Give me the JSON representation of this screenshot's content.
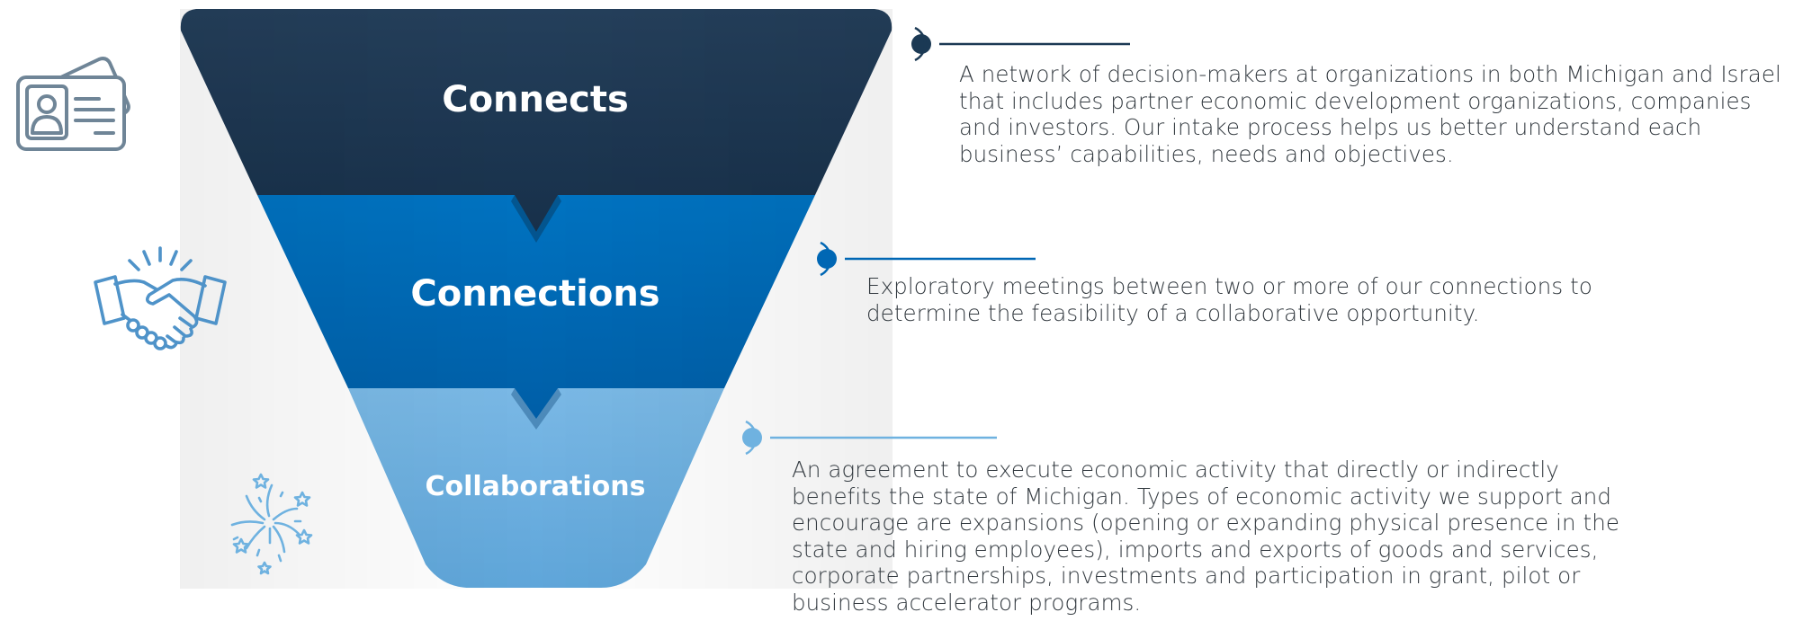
{
  "colors": {
    "stage_connects": "#1b3954",
    "stage_connections": "#0067b4",
    "stage_collaborations": "#6fb2e0",
    "icon_gray": "#6f8597",
    "icon_blue": "#4f93c9",
    "icon_light_blue": "#6fb2e0",
    "text": "#333a40"
  },
  "stages": [
    {
      "title": "Connects",
      "icon": "id-card-icon",
      "description": "A network of decision-makers at organizations in both Michigan and Israel that includes partner economic development organizations, companies and investors. Our intake process helps us better understand each business’ capabilities, needs and objectives."
    },
    {
      "title": "Connections",
      "icon": "handshake-icon",
      "description": "Exploratory meetings between two or more of our connections to determine the feasibility of a collaborative opportunity."
    },
    {
      "title": "Collaborations",
      "icon": "fireworks-icon",
      "description": "An agreement to execute economic activity that directly or indirectly benefits the state of Michigan. Types of economic activity we support and encourage are expansions (opening or expanding physical presence in the state and hiring employees), imports and exports of goods and services, corporate partnerships, investments and participation in grant, pilot or business accelerator programs."
    }
  ]
}
